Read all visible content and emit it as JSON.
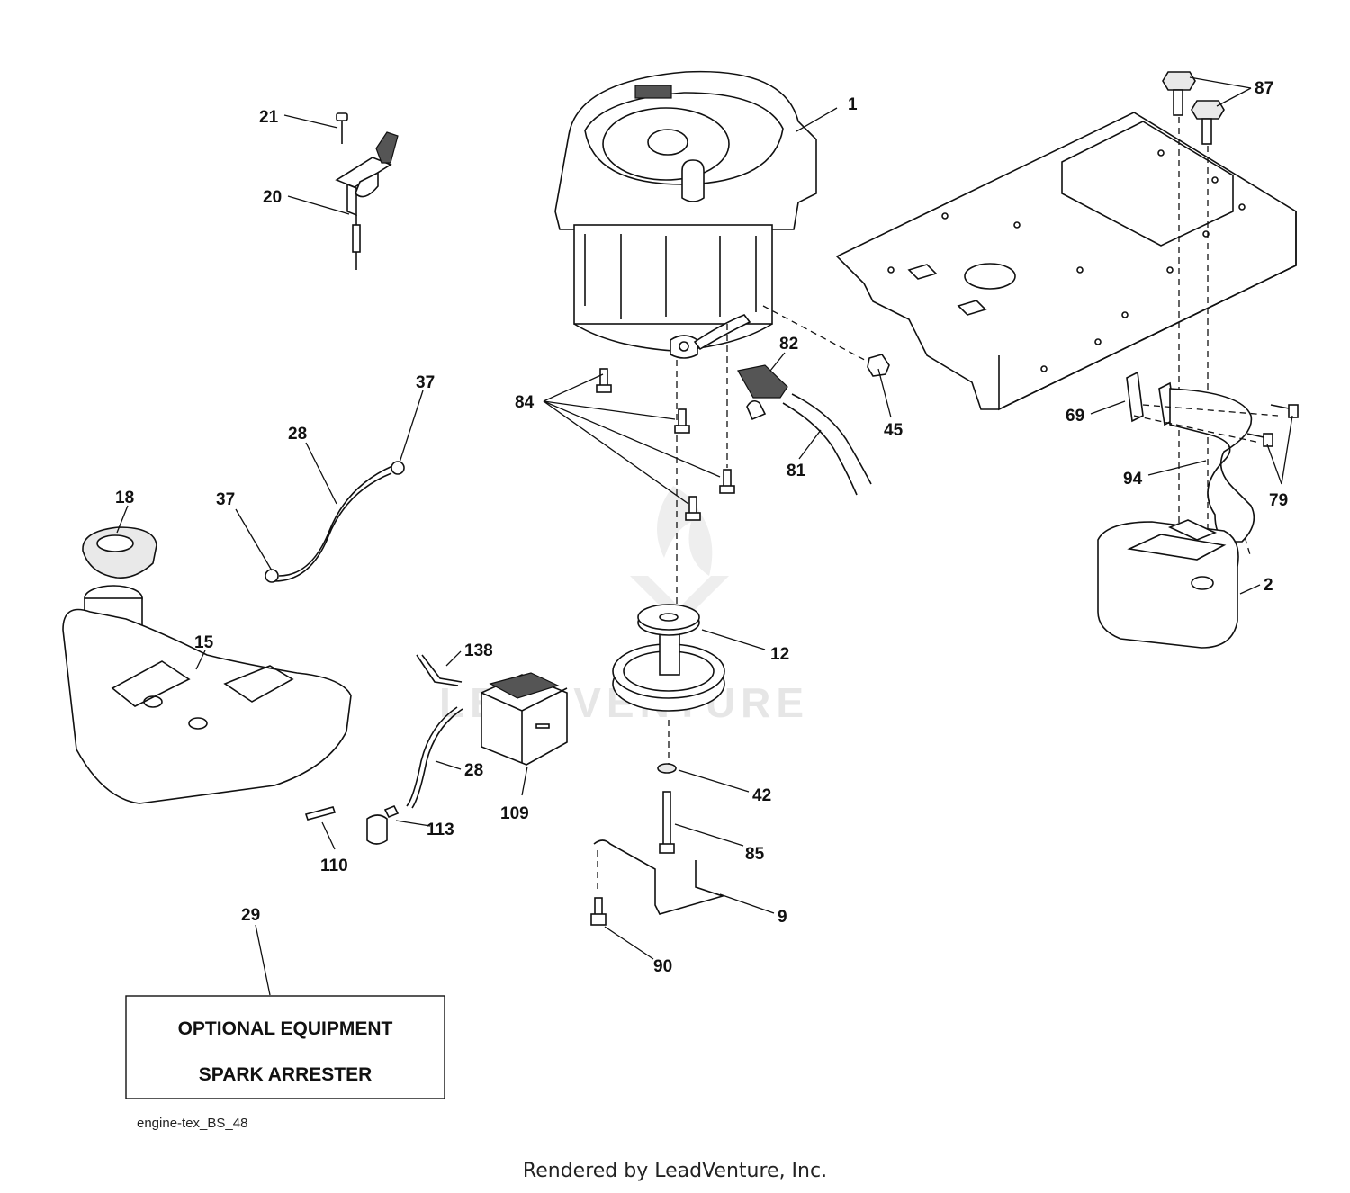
{
  "diagram": {
    "callouts": [
      {
        "id": "c1",
        "label": "1"
      },
      {
        "id": "c2",
        "label": "2"
      },
      {
        "id": "c9",
        "label": "9"
      },
      {
        "id": "c12",
        "label": "12"
      },
      {
        "id": "c15",
        "label": "15"
      },
      {
        "id": "c18",
        "label": "18"
      },
      {
        "id": "c20",
        "label": "20"
      },
      {
        "id": "c21",
        "label": "21"
      },
      {
        "id": "c28a",
        "label": "28"
      },
      {
        "id": "c28b",
        "label": "28"
      },
      {
        "id": "c29",
        "label": "29"
      },
      {
        "id": "c37a",
        "label": "37"
      },
      {
        "id": "c37b",
        "label": "37"
      },
      {
        "id": "c42",
        "label": "42"
      },
      {
        "id": "c45",
        "label": "45"
      },
      {
        "id": "c69",
        "label": "69"
      },
      {
        "id": "c79",
        "label": "79"
      },
      {
        "id": "c81",
        "label": "81"
      },
      {
        "id": "c82",
        "label": "82"
      },
      {
        "id": "c84",
        "label": "84"
      },
      {
        "id": "c85",
        "label": "85"
      },
      {
        "id": "c87",
        "label": "87"
      },
      {
        "id": "c90",
        "label": "90"
      },
      {
        "id": "c94",
        "label": "94"
      },
      {
        "id": "c109",
        "label": "109"
      },
      {
        "id": "c110",
        "label": "110"
      },
      {
        "id": "c113",
        "label": "113"
      },
      {
        "id": "c138",
        "label": "138"
      }
    ],
    "optional_box": {
      "line1": "OPTIONAL EQUIPMENT",
      "line2": "SPARK ARRESTER"
    },
    "reference": "engine-tex_BS_48",
    "watermark": "LEADVENTURE",
    "footer": "Rendered by LeadVenture, Inc."
  }
}
